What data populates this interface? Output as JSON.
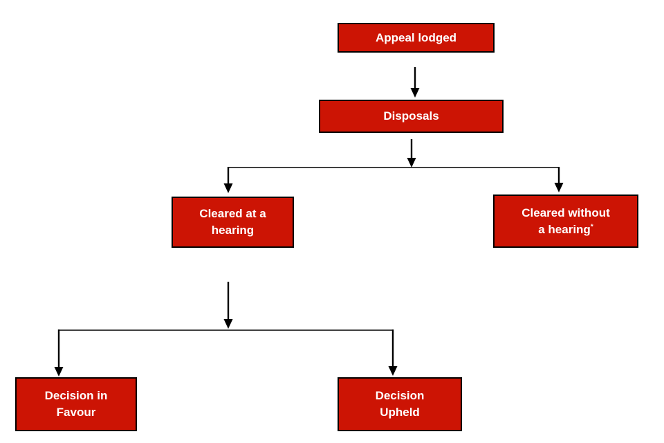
{
  "diagram": {
    "type": "flowchart",
    "colors": {
      "node_fill": "#cc1404",
      "node_border": "#000000",
      "node_text": "#ffffff",
      "connector": "#000000",
      "background": "#ffffff"
    },
    "nodes": {
      "appeal": {
        "label": [
          "Appeal lodged"
        ]
      },
      "disposals": {
        "label": [
          "Disposals"
        ]
      },
      "cleared_hearing": {
        "label": [
          "Cleared at a",
          "hearing"
        ]
      },
      "cleared_without": {
        "label": [
          "Cleared without",
          "a hearing"
        ],
        "footnote_marker": "*"
      },
      "decision_favour": {
        "label": [
          "Decision in",
          "Favour"
        ]
      },
      "decision_upheld": {
        "label": [
          "Decision",
          "Upheld"
        ]
      }
    },
    "edges": [
      {
        "from": "Appeal lodged",
        "to": "Disposals"
      },
      {
        "from": "Disposals",
        "to": "Cleared at a hearing"
      },
      {
        "from": "Disposals",
        "to": "Cleared without a hearing*"
      },
      {
        "from": "Cleared at a hearing",
        "to": "Decision in Favour"
      },
      {
        "from": "Cleared at a hearing",
        "to": "Decision Upheld"
      }
    ]
  }
}
